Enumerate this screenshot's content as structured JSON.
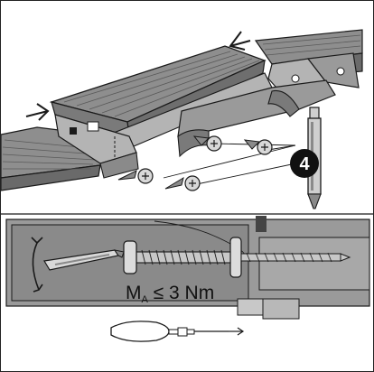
{
  "step_badge": {
    "number": "4"
  },
  "torque_label": {
    "symbol": "M",
    "subscript": "A",
    "relation": " ≤ 3 Nm"
  },
  "colors": {
    "line": "#1a1a1a",
    "board_top": "#8e8e8e",
    "board_side": "#6a6a6a",
    "board_light": "#b4b4b4",
    "panel_bg": "#9a9a9a",
    "panel_dark": "#6e6e6e",
    "badge": "#111111"
  },
  "icons": [
    "press-arrow-left",
    "press-arrow-right",
    "hex-bit",
    "screwdriver",
    "rotation-arrow"
  ]
}
